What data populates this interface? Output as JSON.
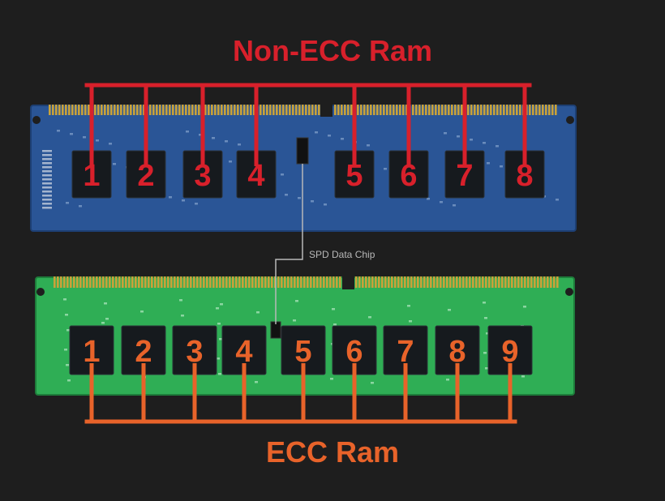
{
  "colors": {
    "background": "#1e1e1e",
    "non_ecc_accent": "#d8202b",
    "ecc_accent": "#e8632a",
    "non_ecc_pcb": "#2a5596",
    "ecc_pcb": "#2fae55",
    "gold_pins": "#c9a23a",
    "chip": "#161a1e",
    "spd_line": "#b8b8b8"
  },
  "non_ecc": {
    "title": "Non-ECC Ram",
    "chips": [
      "1",
      "2",
      "3",
      "4",
      "5",
      "6",
      "7",
      "8"
    ]
  },
  "ecc": {
    "title": "ECC Ram",
    "chips": [
      "1",
      "2",
      "3",
      "4",
      "5",
      "6",
      "7",
      "8",
      "9"
    ]
  },
  "spd": {
    "label": "SPD Data Chip"
  }
}
